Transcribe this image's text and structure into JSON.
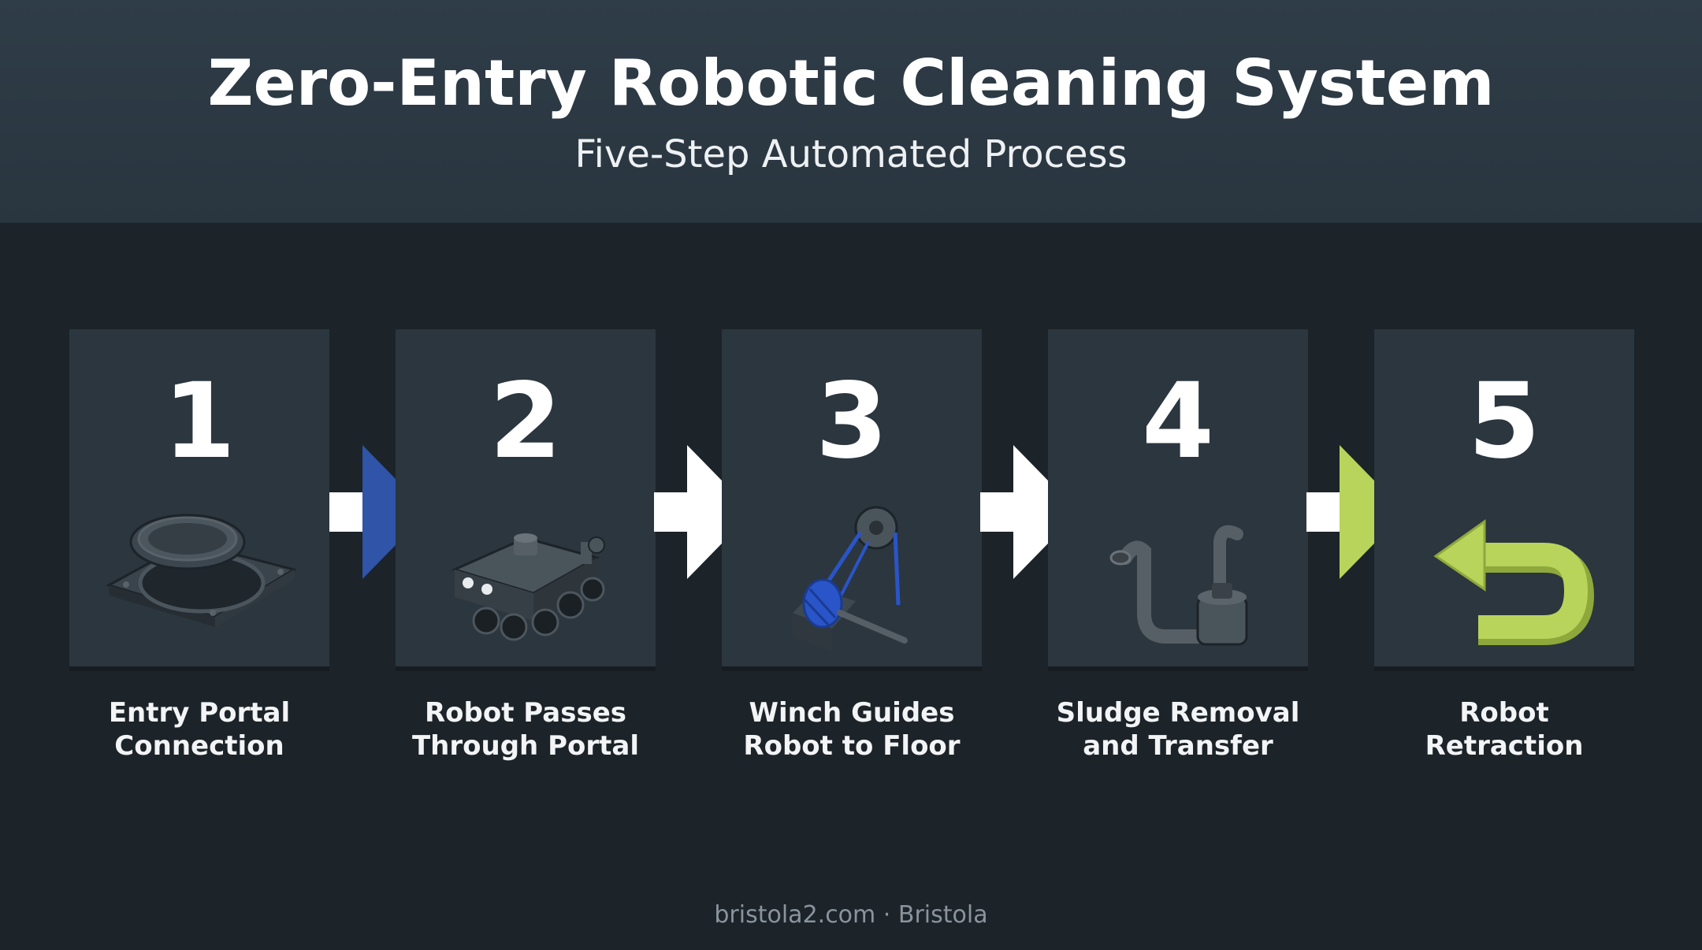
{
  "header": {
    "title": "Zero-Entry Robotic Cleaning System",
    "subtitle": "Five-Step Automated Process"
  },
  "steps": [
    {
      "number": "1",
      "label_line1": "Entry Portal",
      "label_line2": "Connection",
      "icon": "portal-hatch-icon"
    },
    {
      "number": "2",
      "label_line1": "Robot Passes",
      "label_line2": "Through Portal",
      "icon": "robot-crawler-icon"
    },
    {
      "number": "3",
      "label_line1": "Winch Guides",
      "label_line2": "Robot to Floor",
      "icon": "winch-icon"
    },
    {
      "number": "4",
      "label_line1": "Sludge Removal",
      "label_line2": "and Transfer",
      "icon": "sludge-pipe-icon"
    },
    {
      "number": "5",
      "label_line1": "Robot",
      "label_line2": "Retraction",
      "icon": "return-arrow-icon"
    }
  ],
  "arrows": [
    {
      "color": "#2f54a8"
    },
    {
      "color": "#ffffff"
    },
    {
      "color": "#ffffff"
    },
    {
      "color": "#b8d45a"
    }
  ],
  "colors": {
    "background": "#1c2329",
    "header": "#2d3a45",
    "card": "#2b363f",
    "accent_blue": "#2f54a8",
    "accent_green": "#b8d45a"
  },
  "footer": {
    "text": "bristola2.com · Bristola"
  }
}
